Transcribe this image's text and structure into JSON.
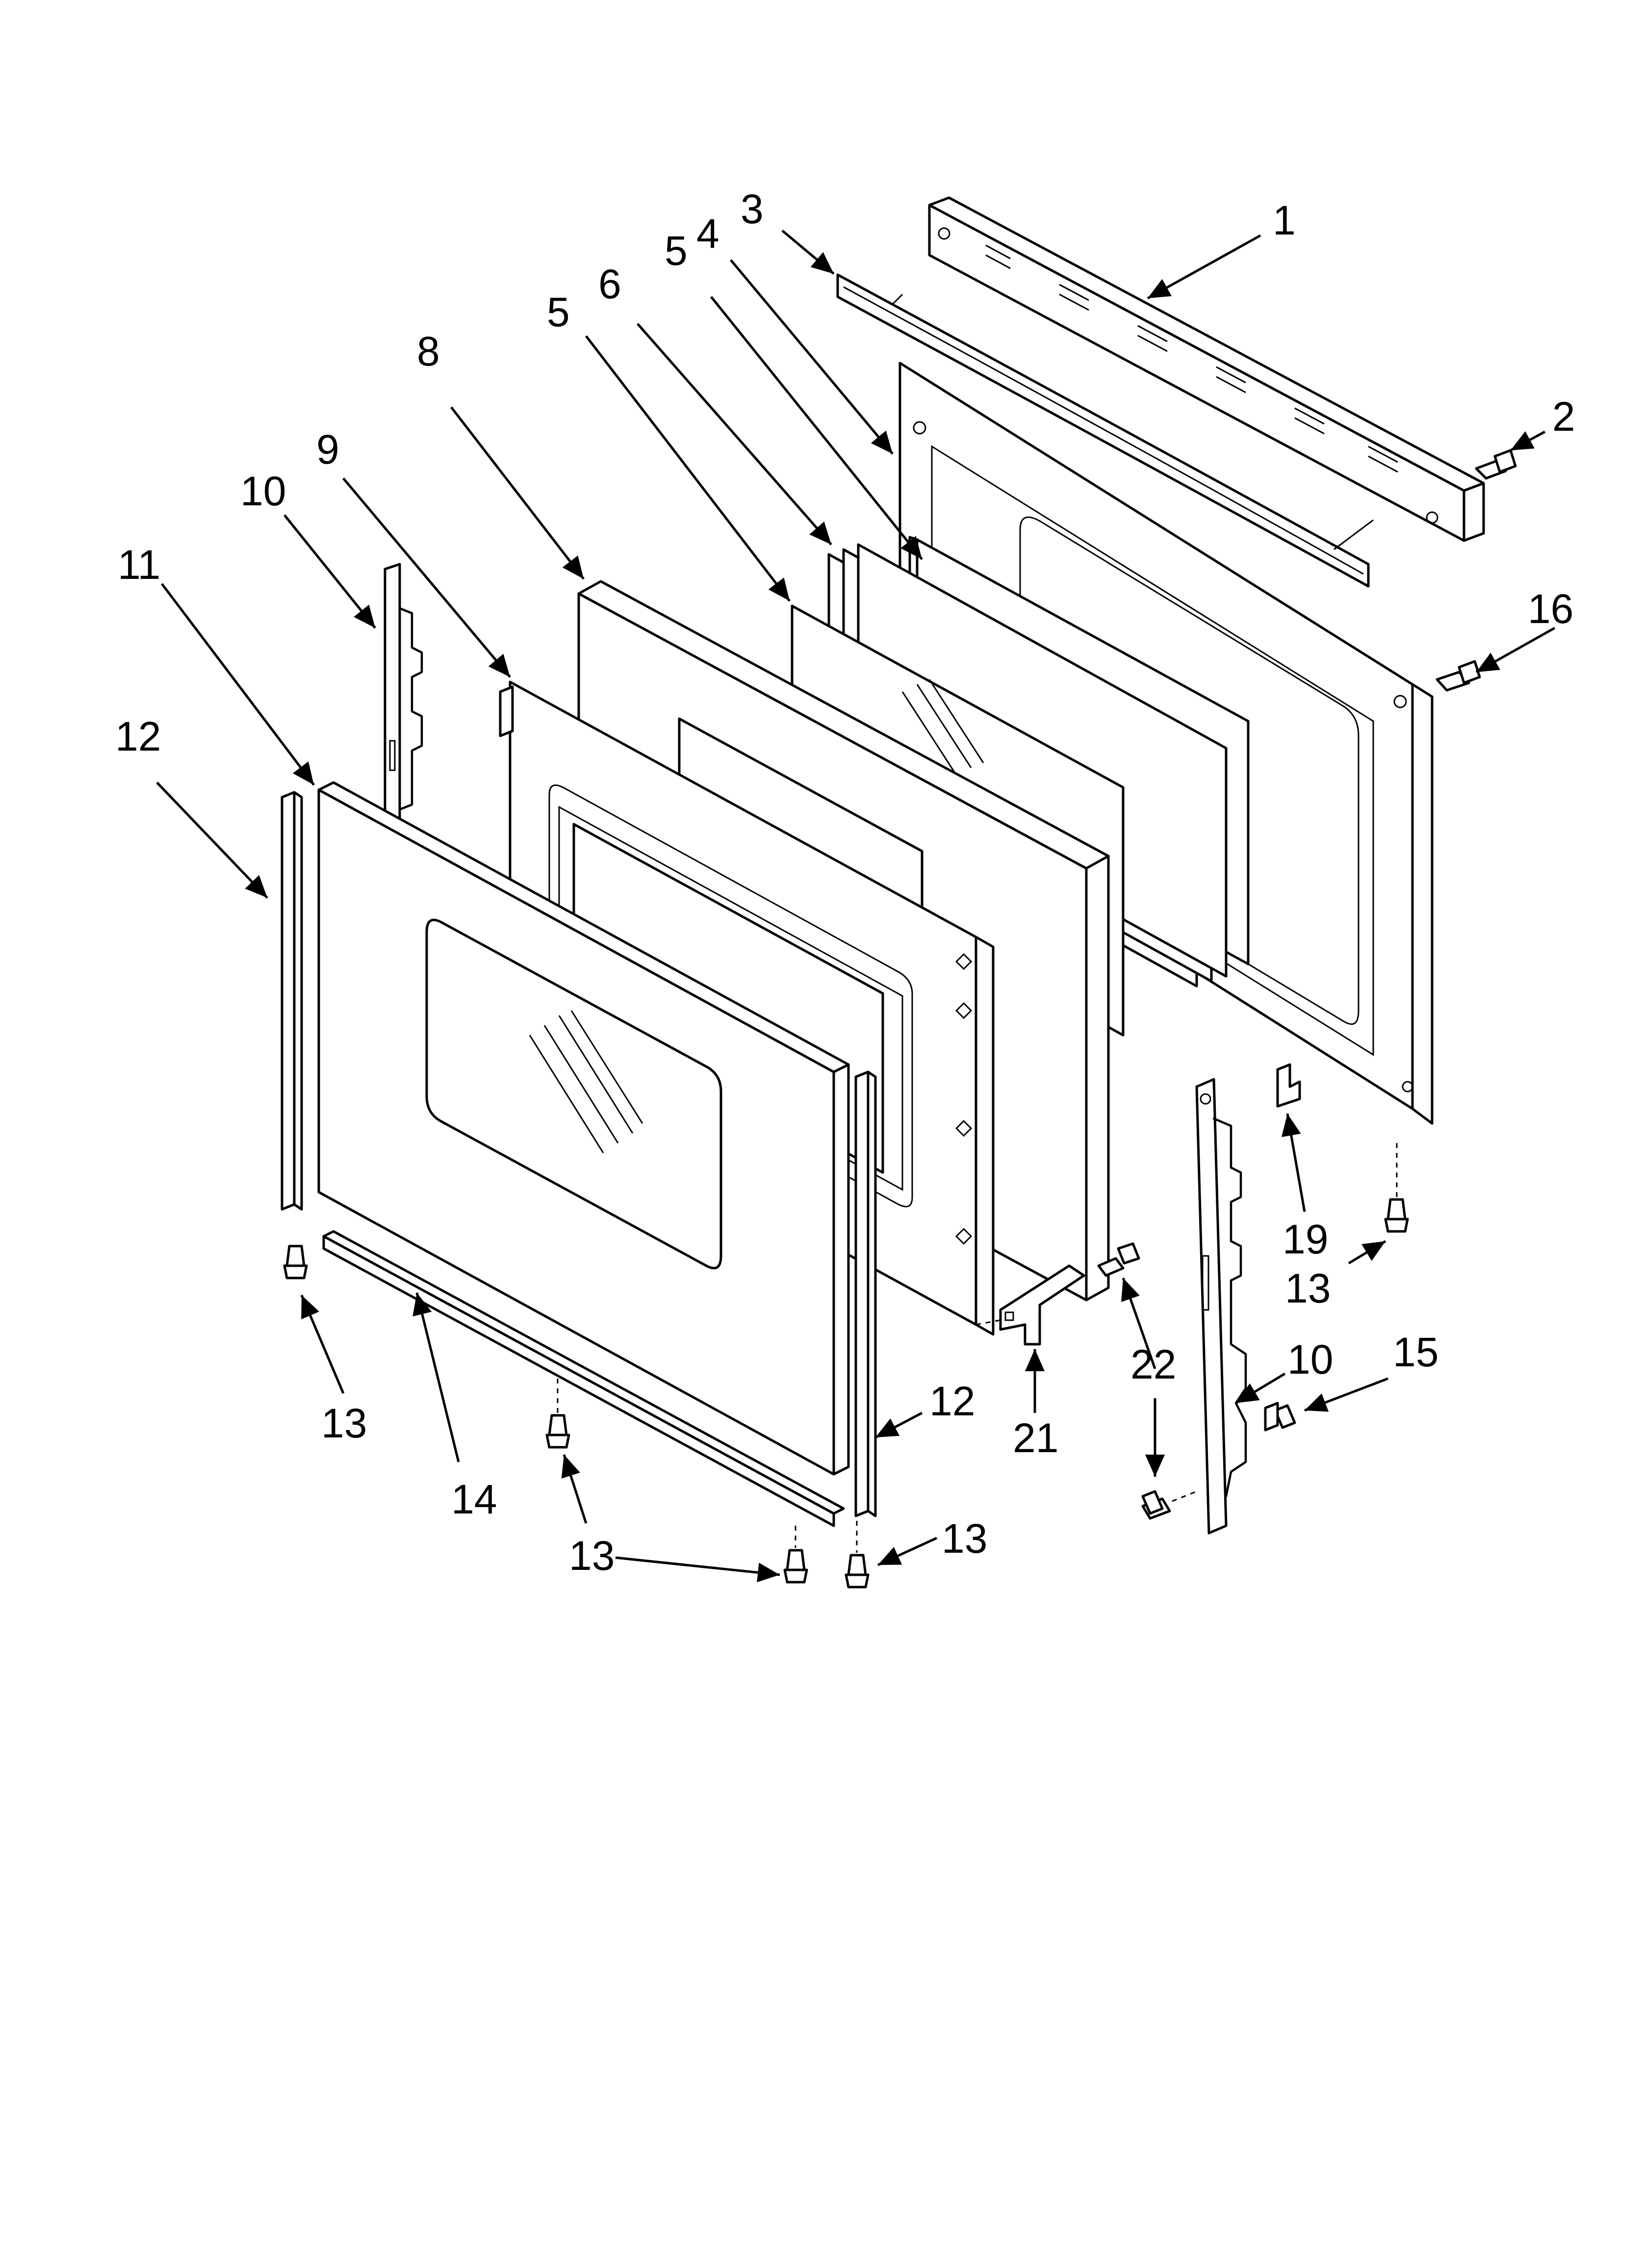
{
  "diagram": {
    "type": "exploded-parts-diagram",
    "callouts": [
      {
        "id": "c1",
        "text": "1"
      },
      {
        "id": "c2",
        "text": "2"
      },
      {
        "id": "c3",
        "text": "3"
      },
      {
        "id": "c4",
        "text": "4"
      },
      {
        "id": "c5a",
        "text": "5"
      },
      {
        "id": "c5b",
        "text": "5"
      },
      {
        "id": "c6",
        "text": "6"
      },
      {
        "id": "c8",
        "text": "8"
      },
      {
        "id": "c9",
        "text": "9"
      },
      {
        "id": "c10a",
        "text": "10"
      },
      {
        "id": "c10b",
        "text": "10"
      },
      {
        "id": "c11",
        "text": "11"
      },
      {
        "id": "c12a",
        "text": "12"
      },
      {
        "id": "c12b",
        "text": "12"
      },
      {
        "id": "c13a",
        "text": "13"
      },
      {
        "id": "c13b",
        "text": "13"
      },
      {
        "id": "c13c",
        "text": "13"
      },
      {
        "id": "c13d",
        "text": "13"
      },
      {
        "id": "c14",
        "text": "14"
      },
      {
        "id": "c15",
        "text": "15"
      },
      {
        "id": "c16",
        "text": "16"
      },
      {
        "id": "c19",
        "text": "19"
      },
      {
        "id": "c21",
        "text": "21"
      },
      {
        "id": "c22",
        "text": "22"
      }
    ]
  }
}
